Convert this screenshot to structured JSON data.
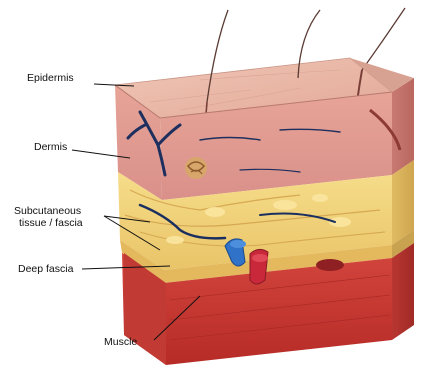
{
  "labels": {
    "epidermis": "Epidermis",
    "dermis": "Dermis",
    "subcutaneous_line1": "Subcutaneous",
    "subcutaneous_line2": "tissue / fascia",
    "deep_fascia": "Deep fascia",
    "muscle": "Muscle"
  },
  "colors": {
    "epidermis": "#e8b5a6",
    "dermis": "#d98c86",
    "subcutaneous": "#f2d47a",
    "deep_fascia": "#e8c06a",
    "muscle": "#c8302c",
    "vein": "#2f72c8",
    "artery": "#c8283a",
    "nerve": "#1a2f60"
  }
}
